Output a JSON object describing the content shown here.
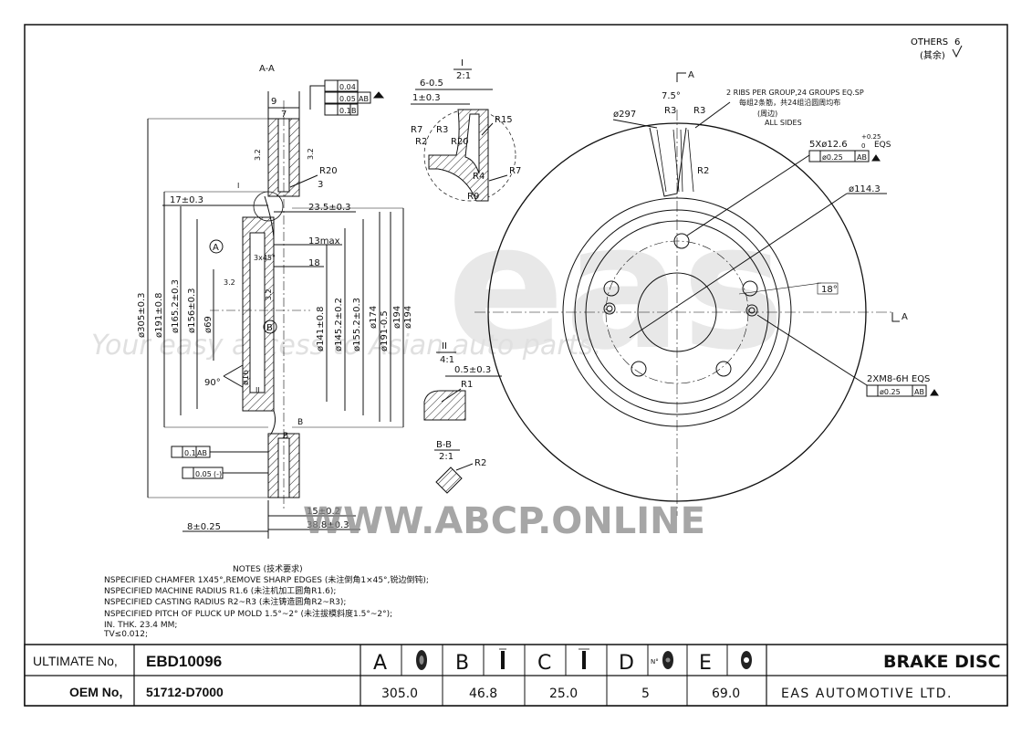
{
  "corner": {
    "others": "OTHERS",
    "others_sym": "6",
    "others_cn": "(其余)"
  },
  "watermark": {
    "brand": "eas",
    "tagline": "Your easy access to Asian auto parts.",
    "site": "WWW.ABCP.ONLINE"
  },
  "section_aa": {
    "title": "A-A",
    "tol_flat": "0.04",
    "tol_runout": "0.05",
    "tol_runout_ref": "AB",
    "tol_parallel": "0.1",
    "tol_parallel_ref": "B",
    "dim_9": "9",
    "dim_7": "7",
    "r20": "R20",
    "dim_3": "3",
    "dim_17": "17±0.3",
    "dim_23_5": "23.5±0.3",
    "dim_13": "13max",
    "dim_18": "18",
    "chamfer": "3x45°",
    "d305": "ø305±0.3",
    "d191a": "ø191±0.8",
    "d165": "ø165.2±0.3",
    "d156": "ø156±0.3",
    "d69": "ø69",
    "d141": "ø141±0.8",
    "d145": "ø145.2±0.2",
    "d155": "ø155.2±0.3",
    "d174": "ø174",
    "d191b": "ø191-0.5",
    "d194a": "ø194",
    "d194b": "ø194",
    "angle90": "90°",
    "d16": "ø16",
    "lbl_a": "A",
    "lbl_b": "B",
    "rough32a": "3.2",
    "rough32b": "3.2",
    "rough32c": "3.2",
    "rough32d": "3.2",
    "tol_bot1": "0.1",
    "tol_bot1_ref": "AB",
    "tol_bot2": "0.05",
    "tol_bot2_ref": "(-)",
    "dim_8": "8±0.25",
    "dim_15": "15±0.2",
    "dim_38": "38.8±0.3",
    "lbl_i": "I",
    "lbl_ii": "II",
    "lbl_b2": "B"
  },
  "detail_i": {
    "scale": "2:1",
    "label": "I",
    "dim_6": "6-0.5",
    "dim_1": "1±0.3",
    "r7a": "R7",
    "r2": "R2",
    "r3": "R3",
    "r15": "R15",
    "r20": "R20",
    "r4": "R4",
    "r7b": "R7",
    "r9": "R9"
  },
  "detail_ii": {
    "scale": "4:1",
    "label": "II",
    "dim_05": "0.5±0.3",
    "r1": "R1"
  },
  "section_bb": {
    "title": "B-B",
    "scale": "2:1",
    "r2": "R2"
  },
  "plan": {
    "a_top": "A",
    "a_right": "A",
    "dim_75": "7.5°",
    "r3a": "R3",
    "r3b": "R3",
    "r2": "R2",
    "d297": "ø297",
    "ribs_en": "2 RIBS PER GROUP,24 GROUPS EQ.SP",
    "ribs_cn": "每组2条筋，共24组沿圆周均布",
    "ribs_cn2": "(周边)",
    "ribs_all": "ALL SIDES",
    "holes": "5Xø12.6",
    "holes_tol": "+0.25",
    "holes_tol0": "0",
    "holes_eqs": "EQS",
    "holes_pos": "ø0.25",
    "holes_ref": "AB",
    "d114": "ø114.3",
    "angle18": "18°",
    "thread": "2XM8-6H EQS",
    "thread_pos": "ø0.25",
    "thread_ref": "AB"
  },
  "notes": {
    "title": "NOTES (技术要求)",
    "lines": [
      "NSPECIFIED CHAMFER 1X45°,REMOVE SHARP EDGES (未注倒角1×45°,锐边倒钝);",
      "NSPECIFIED MACHINE RADIUS R1.6 (未注机加工圆角R1.6);",
      "NSPECIFIED CASTING RADIUS R2~R3 (未注铸造圆角R2~R3);",
      "NSPECIFIED PITCH OF PLUCK UP MOLD 1.5°~2° (未注拔模斜度1.5°~2°);",
      "IN. THK. 23.4 MM;",
      "TV≤0.012;"
    ]
  },
  "title_block": {
    "ultimate_label": "ULTIMATE No,",
    "ultimate_value": "EBD10096",
    "oem_label": "OEM No,",
    "oem_value": "51712-D7000",
    "columns": [
      {
        "letter": "A",
        "value": "305.0"
      },
      {
        "letter": "B",
        "value": "46.8"
      },
      {
        "letter": "C",
        "value": "25.0"
      },
      {
        "letter": "D",
        "value": "5"
      },
      {
        "letter": "E",
        "value": "69.0"
      }
    ],
    "d_icon_text": "N°",
    "product": "BRAKE DISC",
    "company": "EAS AUTOMOTIVE LTD."
  }
}
